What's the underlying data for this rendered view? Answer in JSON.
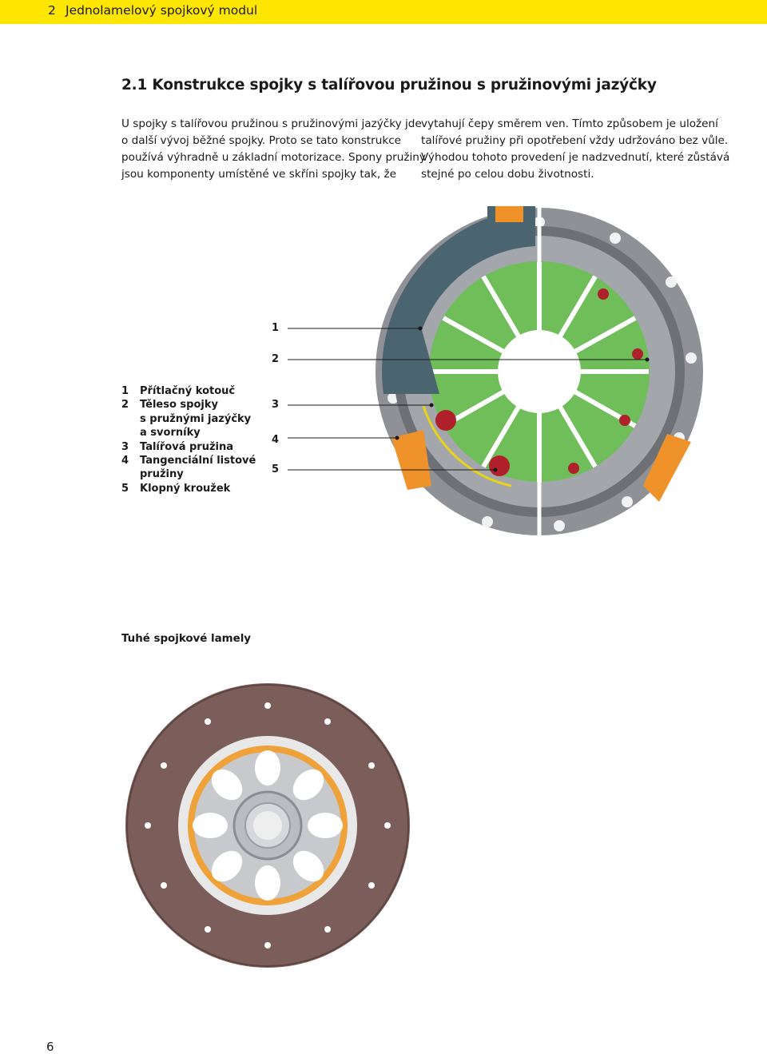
{
  "header": {
    "chapter_number": "2",
    "chapter_title": "Jednolamelový spojkový modul"
  },
  "section": {
    "title": "2.1  Konstrukce spojky s talířovou pružinou s pružinovými jazýčky"
  },
  "intro": {
    "left_lines": [
      "U spojky s talířovou pružinou s pružinovými jazýčky jde",
      "o další vývoj běžné spojky. Proto se tato konstrukce",
      "používá výhradně u základní motorizace. Spony pružiny",
      "jsou komponenty umístěné ve skříni spojky tak, že"
    ],
    "right_lines": [
      "vytahují čepy směrem ven. Tímto způsobem je uložení",
      "talířové pružiny při opotřebení vždy udržováno bez vůle.",
      "Výhodou tohoto provedení je nadzvednutí, které zůstává",
      "stejné po celou dobu životnosti."
    ]
  },
  "figure1": {
    "callouts": [
      "1",
      "2",
      "3",
      "4",
      "5"
    ],
    "legend": [
      {
        "num": "1",
        "lines": [
          "Přítlačný kotouč"
        ]
      },
      {
        "num": "2",
        "lines": [
          "Těleso spojky",
          "s pružnými jazýčky",
          "a svorníky"
        ]
      },
      {
        "num": "3",
        "lines": [
          "Talířová pružina"
        ]
      },
      {
        "num": "4",
        "lines": [
          "Tangenciální listové",
          "pružiny"
        ]
      },
      {
        "num": "5",
        "lines": [
          "Klopný kroužek"
        ]
      }
    ],
    "colors": {
      "housing": "#8f9196",
      "spring": "#6fbe5a",
      "plate": "#4a6470",
      "accent": "#f0922a",
      "rivet": "#b0202a"
    }
  },
  "figure2": {
    "heading": "Tuhé spojkové lamely",
    "colors": {
      "lining": "#7b5e5a",
      "hub": "#b9bcc0",
      "accent": "#f0a23a"
    }
  },
  "footer": {
    "page_number": "6"
  }
}
